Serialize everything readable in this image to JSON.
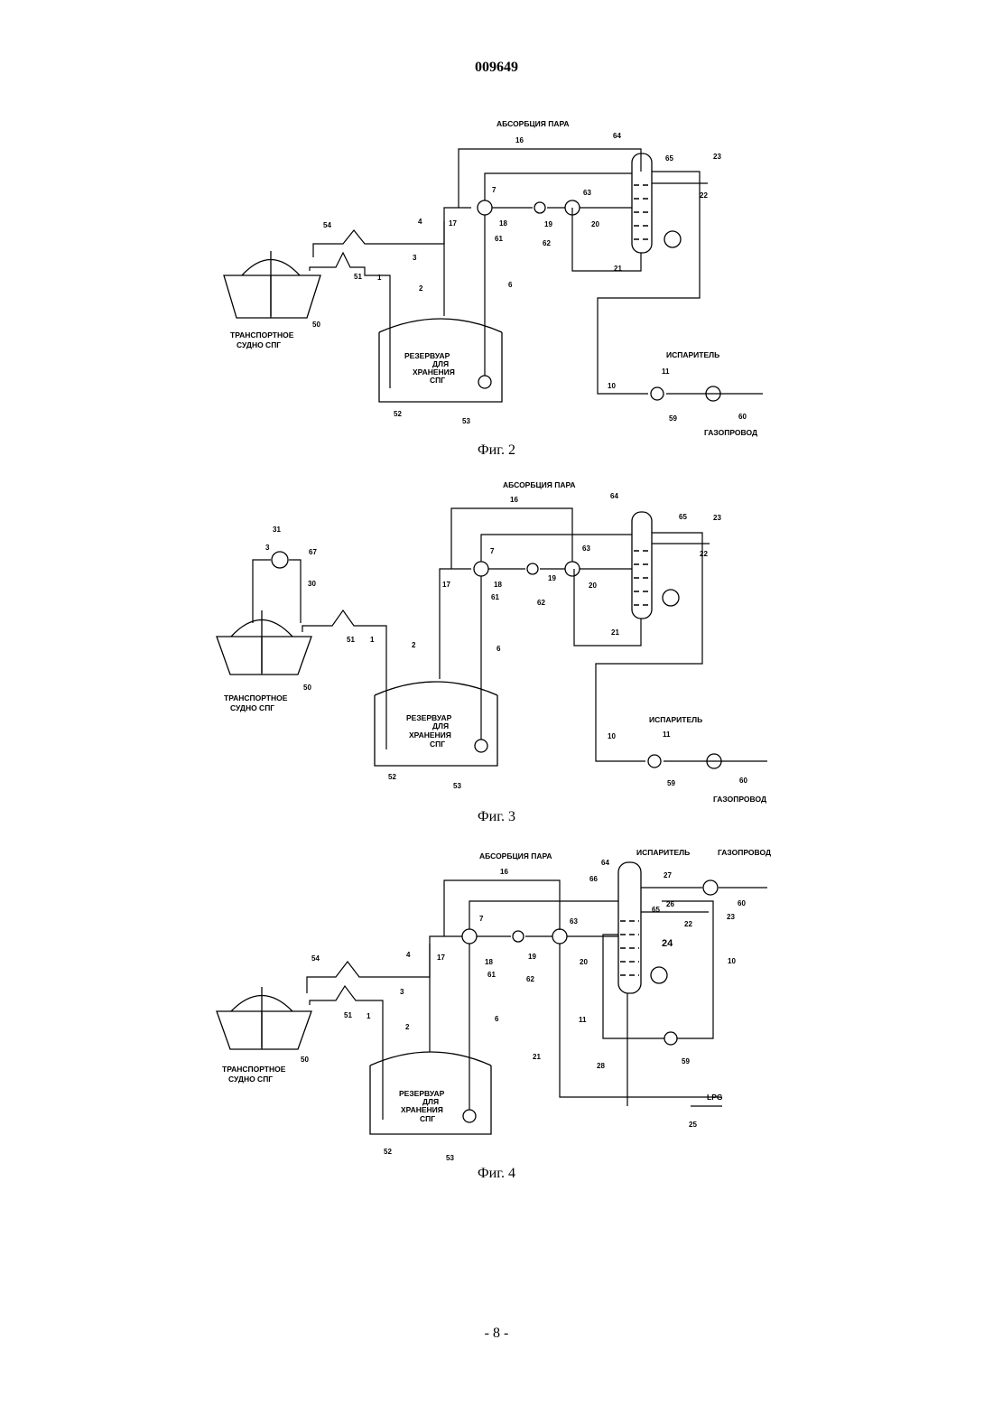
{
  "page": {
    "patent_number": "009649",
    "footer": "- 8 -"
  },
  "labels": {
    "vapor_absorption": "АБСОРБЦИЯ ПАРА",
    "ship_line1": "ТРАНСПОРТНОЕ",
    "ship_line2": "СУДНО СПГ",
    "tank_line1": "РЕЗЕРВУАР",
    "tank_line2": "ДЛЯ",
    "tank_line3": "ХРАНЕНИЯ",
    "tank_line4": "СПГ",
    "vaporizer": "ИСПАРИТЕЛЬ",
    "pipeline": "ГАЗОПРОВОД",
    "lpg": "LPG"
  },
  "figures": [
    {
      "id": "fig2",
      "caption": "Фиг. 2",
      "numbers": [
        "1",
        "2",
        "3",
        "4",
        "6",
        "7",
        "10",
        "11",
        "16",
        "17",
        "18",
        "19",
        "20",
        "21",
        "22",
        "23",
        "50",
        "51",
        "52",
        "53",
        "54",
        "59",
        "60",
        "61",
        "62",
        "63",
        "64",
        "65"
      ]
    },
    {
      "id": "fig3",
      "caption": "Фиг. 3",
      "numbers": [
        "1",
        "2",
        "3",
        "6",
        "7",
        "10",
        "11",
        "16",
        "17",
        "18",
        "19",
        "20",
        "21",
        "22",
        "23",
        "30",
        "31",
        "50",
        "51",
        "52",
        "53",
        "59",
        "60",
        "61",
        "62",
        "63",
        "64",
        "65",
        "67"
      ]
    },
    {
      "id": "fig4",
      "caption": "Фиг. 4",
      "numbers": [
        "1",
        "2",
        "3",
        "4",
        "6",
        "7",
        "10",
        "11",
        "16",
        "17",
        "18",
        "19",
        "20",
        "21",
        "22",
        "23",
        "24",
        "25",
        "26",
        "27",
        "28",
        "50",
        "51",
        "52",
        "53",
        "54",
        "59",
        "60",
        "61",
        "62",
        "63",
        "64",
        "65",
        "66"
      ]
    }
  ]
}
